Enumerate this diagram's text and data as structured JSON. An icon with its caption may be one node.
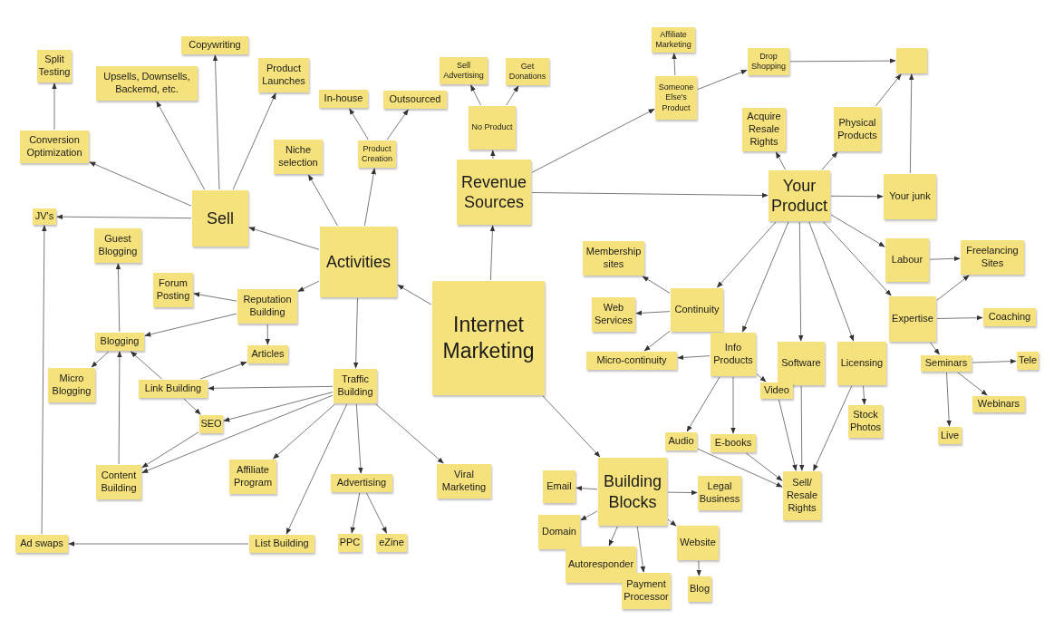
{
  "diagram": {
    "nodes": [
      {
        "text": [
          "Internet Marketing"
        ]
      },
      {
        "text": [
          "Activities"
        ]
      },
      {
        "text": [
          "Revenue Sources"
        ]
      },
      {
        "text": [
          "Your Product"
        ]
      },
      {
        "text": [
          "Building Blocks"
        ]
      },
      {
        "text": [
          "Sell"
        ]
      },
      {
        "text": [
          "Conversion Optimization"
        ]
      },
      {
        "text": [
          "Split Testing"
        ]
      },
      {
        "text": [
          "Upsells, Downsells, Backemd, etc."
        ]
      },
      {
        "text": [
          "Copywriting"
        ]
      },
      {
        "text": [
          "Product Launches"
        ]
      },
      {
        "text": [
          "JV's"
        ]
      },
      {
        "text": [
          "Niche selection"
        ]
      },
      {
        "text": [
          "Product Creation"
        ]
      },
      {
        "text": [
          "In-house"
        ]
      },
      {
        "text": [
          "Outsourced"
        ]
      },
      {
        "text": [
          "No Product"
        ]
      },
      {
        "text": [
          "Sell Advertising"
        ]
      },
      {
        "text": [
          "Get Donations"
        ]
      },
      {
        "text": [
          "Someone Else's Product"
        ]
      },
      {
        "text": [
          "Affiliate Marketing"
        ]
      },
      {
        "text": [
          "Drop Shopping"
        ]
      },
      {
        "text": [],
        "shape": "box"
      },
      {
        "text": [
          "Acquire Resale Rights"
        ]
      },
      {
        "text": [
          "Physical Products"
        ]
      },
      {
        "text": [
          "Your junk"
        ]
      },
      {
        "text": [
          "Labour"
        ]
      },
      {
        "text": [
          "Freelancing Sites"
        ]
      },
      {
        "text": [
          "Expertise"
        ]
      },
      {
        "text": [
          "Coaching"
        ]
      },
      {
        "text": [
          "Seminars"
        ]
      },
      {
        "text": [
          "Tele"
        ]
      },
      {
        "text": [
          "Webinars"
        ]
      },
      {
        "text": [
          "Live"
        ]
      },
      {
        "text": [
          "Continuity"
        ]
      },
      {
        "text": [
          "Membership sites"
        ]
      },
      {
        "text": [
          "Web Services"
        ]
      },
      {
        "text": [
          "Micro-continuity"
        ]
      },
      {
        "text": [
          "Info Products"
        ]
      },
      {
        "text": [
          "Software"
        ]
      },
      {
        "text": [
          "Licensing"
        ]
      },
      {
        "text": [
          "Video"
        ]
      },
      {
        "text": [
          "Stock Photos"
        ]
      },
      {
        "text": [
          "Audio"
        ]
      },
      {
        "text": [
          "E-books"
        ]
      },
      {
        "text": [
          "Sell/ Resale Rights"
        ]
      },
      {
        "text": [
          "Email"
        ]
      },
      {
        "text": [
          "Legal Business"
        ]
      },
      {
        "text": [
          "Domain"
        ]
      },
      {
        "text": [
          "Autoresponder"
        ]
      },
      {
        "text": [
          "Payment Processor"
        ]
      },
      {
        "text": [
          "Website"
        ]
      },
      {
        "text": [
          "Blog"
        ]
      },
      {
        "text": [
          "Reputation Building"
        ]
      },
      {
        "text": [
          "Forum Posting"
        ]
      },
      {
        "text": [
          "Guest Blogging"
        ]
      },
      {
        "text": [
          "Blogging"
        ]
      },
      {
        "text": [
          "Articles"
        ]
      },
      {
        "text": [
          "Micro Blogging"
        ]
      },
      {
        "text": [
          "Link Building"
        ]
      },
      {
        "text": [
          "SEO"
        ]
      },
      {
        "text": [
          "Traffic Building"
        ]
      },
      {
        "text": [
          "Content Building"
        ]
      },
      {
        "text": [
          "Affiliate Program"
        ]
      },
      {
        "text": [
          "Advertising"
        ]
      },
      {
        "text": [
          "Viral Marketing"
        ]
      },
      {
        "text": [
          "Ad swaps"
        ]
      },
      {
        "text": [
          "List Building"
        ]
      },
      {
        "text": [
          "PPC"
        ]
      },
      {
        "text": [
          "eZine"
        ]
      }
    ],
    "edges": [
      {
        "from": 0,
        "to": 1,
        "arrow": "to"
      },
      {
        "from": 0,
        "to": 2,
        "arrow": "to"
      },
      {
        "from": 0,
        "to": 4,
        "arrow": "to"
      },
      {
        "from": 1,
        "to": 5,
        "arrow": "to"
      },
      {
        "from": 1,
        "to": 12,
        "arrow": "to"
      },
      {
        "from": 1,
        "to": 13,
        "arrow": "to"
      },
      {
        "from": 1,
        "to": 53,
        "arrow": "to"
      },
      {
        "from": 1,
        "to": 61,
        "arrow": "to"
      },
      {
        "from": 5,
        "to": 6,
        "arrow": "to"
      },
      {
        "from": 5,
        "to": 8,
        "arrow": "to"
      },
      {
        "from": 5,
        "to": 9,
        "arrow": "to"
      },
      {
        "from": 5,
        "to": 10,
        "arrow": "to"
      },
      {
        "from": 5,
        "to": 11,
        "arrow": "to"
      },
      {
        "from": 6,
        "to": 7,
        "arrow": "to"
      },
      {
        "from": 13,
        "to": 14,
        "arrow": "to"
      },
      {
        "from": 13,
        "to": 15,
        "arrow": "to"
      },
      {
        "from": 2,
        "to": 16,
        "arrow": "to"
      },
      {
        "from": 2,
        "to": 19,
        "arrow": "to"
      },
      {
        "from": 2,
        "to": 3,
        "arrow": "to"
      },
      {
        "from": 16,
        "to": 17,
        "arrow": "to"
      },
      {
        "from": 16,
        "to": 18,
        "arrow": "to"
      },
      {
        "from": 19,
        "to": 20,
        "arrow": "to"
      },
      {
        "from": 19,
        "to": 21,
        "arrow": "to"
      },
      {
        "from": 21,
        "to": 22,
        "arrow": "to"
      },
      {
        "from": 24,
        "to": 22,
        "arrow": "to"
      },
      {
        "from": 25,
        "to": 22,
        "arrow": "to"
      },
      {
        "from": 3,
        "to": 23,
        "arrow": "to"
      },
      {
        "from": 3,
        "to": 24,
        "arrow": "to"
      },
      {
        "from": 3,
        "to": 25,
        "arrow": "to"
      },
      {
        "from": 3,
        "to": 26,
        "arrow": "to"
      },
      {
        "from": 3,
        "to": 28,
        "arrow": "to"
      },
      {
        "from": 3,
        "to": 34,
        "arrow": "to"
      },
      {
        "from": 3,
        "to": 38,
        "arrow": "to"
      },
      {
        "from": 3,
        "to": 39,
        "arrow": "to"
      },
      {
        "from": 3,
        "to": 40,
        "arrow": "to"
      },
      {
        "from": 26,
        "to": 27,
        "arrow": "to"
      },
      {
        "from": 28,
        "to": 27,
        "arrow": "to"
      },
      {
        "from": 28,
        "to": 29,
        "arrow": "to"
      },
      {
        "from": 28,
        "to": 30,
        "arrow": "to"
      },
      {
        "from": 30,
        "to": 31,
        "arrow": "to"
      },
      {
        "from": 30,
        "to": 32,
        "arrow": "to"
      },
      {
        "from": 30,
        "to": 33,
        "arrow": "to"
      },
      {
        "from": 34,
        "to": 35,
        "arrow": "to"
      },
      {
        "from": 34,
        "to": 36,
        "arrow": "to"
      },
      {
        "from": 34,
        "to": 37,
        "arrow": "to"
      },
      {
        "from": 38,
        "to": 37,
        "arrow": "to"
      },
      {
        "from": 38,
        "to": 41,
        "arrow": "to"
      },
      {
        "from": 38,
        "to": 43,
        "arrow": "to"
      },
      {
        "from": 38,
        "to": 44,
        "arrow": "to"
      },
      {
        "from": 40,
        "to": 42,
        "arrow": "to"
      },
      {
        "from": 41,
        "to": 45,
        "arrow": "to"
      },
      {
        "from": 39,
        "to": 45,
        "arrow": "to"
      },
      {
        "from": 40,
        "to": 45,
        "arrow": "to"
      },
      {
        "from": 43,
        "to": 45,
        "arrow": "to"
      },
      {
        "from": 44,
        "to": 45,
        "arrow": "to"
      },
      {
        "from": 4,
        "to": 46,
        "arrow": "to"
      },
      {
        "from": 4,
        "to": 47,
        "arrow": "to"
      },
      {
        "from": 4,
        "to": 48,
        "arrow": "to"
      },
      {
        "from": 4,
        "to": 49,
        "arrow": "to"
      },
      {
        "from": 4,
        "to": 50,
        "arrow": "to"
      },
      {
        "from": 4,
        "to": 51,
        "arrow": "to"
      },
      {
        "from": 51,
        "to": 52,
        "arrow": "to"
      },
      {
        "from": 53,
        "to": 54,
        "arrow": "to"
      },
      {
        "from": 53,
        "to": 56,
        "arrow": "to"
      },
      {
        "from": 53,
        "to": 57,
        "arrow": "to"
      },
      {
        "from": 56,
        "to": 55,
        "arrow": "to"
      },
      {
        "from": 56,
        "to": 58,
        "arrow": "to"
      },
      {
        "from": 59,
        "to": 56,
        "arrow": "to"
      },
      {
        "from": 59,
        "to": 57,
        "arrow": "to"
      },
      {
        "from": 59,
        "to": 60,
        "arrow": "to"
      },
      {
        "from": 62,
        "to": 56,
        "arrow": "to"
      },
      {
        "from": 61,
        "to": 59,
        "arrow": "to"
      },
      {
        "from": 61,
        "to": 60,
        "arrow": "to"
      },
      {
        "from": 61,
        "to": 62,
        "arrow": "to"
      },
      {
        "from": 61,
        "to": 63,
        "arrow": "to"
      },
      {
        "from": 61,
        "to": 64,
        "arrow": "to"
      },
      {
        "from": 61,
        "to": 65,
        "arrow": "to"
      },
      {
        "from": 61,
        "to": 67,
        "arrow": "to"
      },
      {
        "from": 60,
        "to": 62,
        "arrow": "to"
      },
      {
        "from": 64,
        "to": 68,
        "arrow": "to"
      },
      {
        "from": 64,
        "to": 69,
        "arrow": "to"
      },
      {
        "from": 67,
        "to": 66,
        "arrow": "to"
      },
      {
        "from": 66,
        "to": 11,
        "arrow": "to"
      }
    ]
  }
}
